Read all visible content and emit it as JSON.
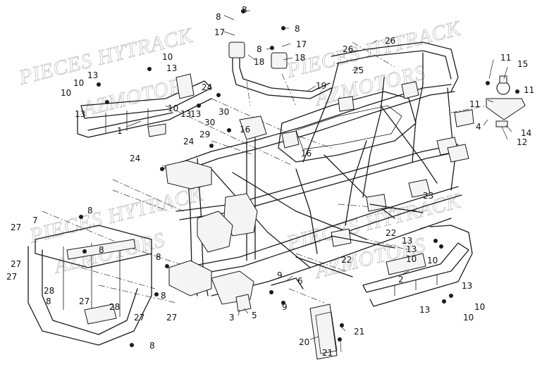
{
  "watermarks": [
    "PIECES HYTRACK",
    "AZMOTORS",
    "PIECES HYTRACK",
    "AZMOTORS",
    "PIECES HYTRACK",
    "AZMOTORS",
    "PIECES HYTRACK",
    "AZMOTORS"
  ],
  "callouts": [
    "8",
    "8",
    "17",
    "8",
    "18",
    "8",
    "17",
    "18",
    "26",
    "26",
    "25",
    "19",
    "10",
    "13",
    "13",
    "10",
    "10",
    "13",
    "13",
    "1",
    "24",
    "10",
    "13",
    "30",
    "30",
    "16",
    "29",
    "24",
    "16",
    "11",
    "15",
    "11",
    "11",
    "4",
    "14",
    "12",
    "24",
    "7",
    "8",
    "27",
    "8",
    "27",
    "27",
    "28",
    "8",
    "27",
    "8",
    "8",
    "28",
    "27",
    "27",
    "8",
    "3",
    "5",
    "9",
    "6",
    "9",
    "23",
    "22",
    "22",
    "13",
    "13",
    "10",
    "10",
    "2",
    "13",
    "13",
    "10",
    "10",
    "20",
    "21",
    "21"
  ]
}
